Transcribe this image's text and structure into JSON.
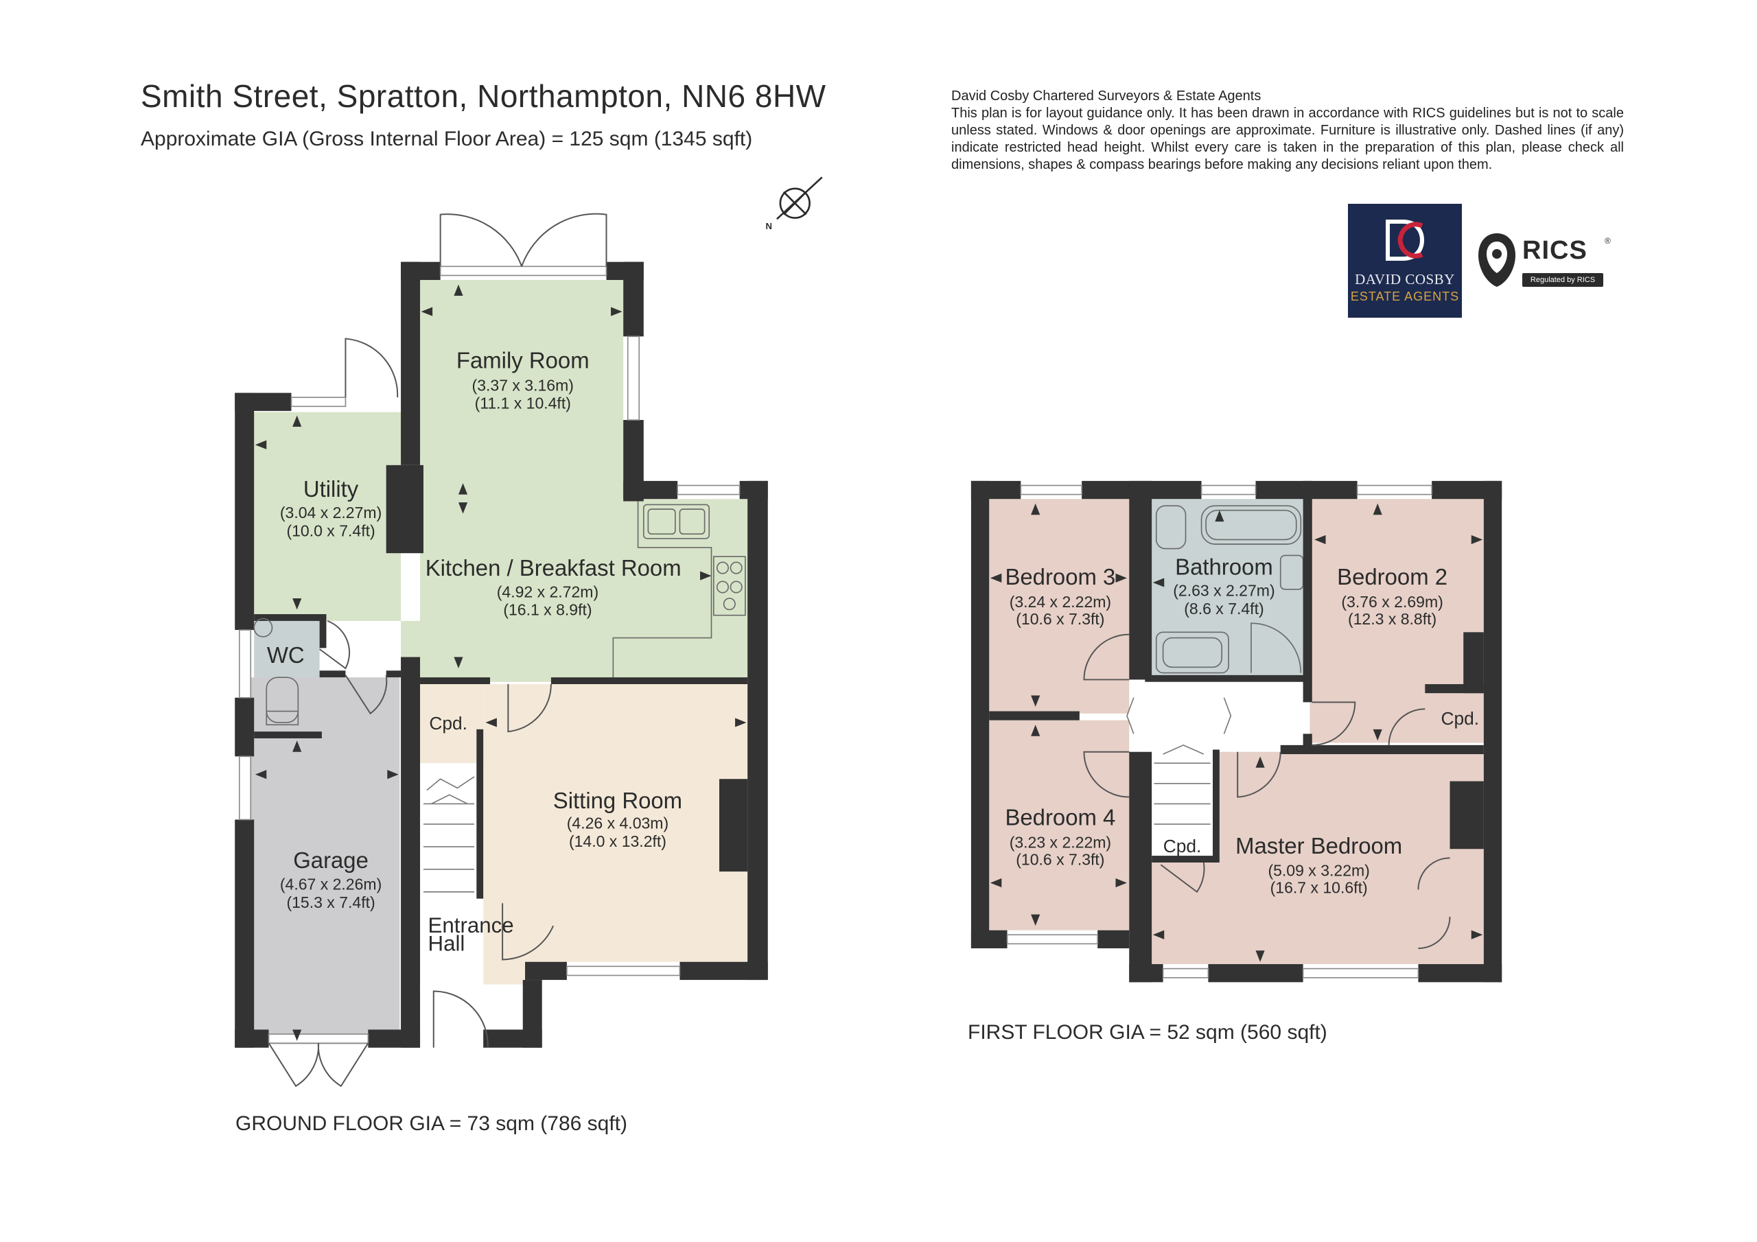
{
  "header": {
    "title": "Smith Street, Spratton, Northampton, NN6 8HW",
    "subtitle": "Approximate GIA (Gross Internal Floor Area) = 125 sqm (1345 sqft)"
  },
  "disclaimer": {
    "company": "David Cosby Chartered Surveyors & Estate Agents",
    "text": "This plan is for layout guidance only. It has been drawn in accordance with RICS guidelines but is not to scale unless stated. Windows & door openings are approximate. Furniture is illustrative only. Dashed lines (if any) indicate restricted head height. Whilst every care is taken in the preparation of this plan, please check all dimensions, shapes & compass bearings before making any decisions reliant upon them."
  },
  "logos": {
    "agent_line1": "DAVID COSBY",
    "agent_line2": "ESTATE AGENTS",
    "rics": "RICS",
    "rics_sup": "®",
    "rics_regulated": "Regulated by RICS"
  },
  "compass": {
    "label": "N"
  },
  "ground_floor": {
    "gia": "GROUND FLOOR GIA = 73 sqm (786 sqft)",
    "rooms": {
      "family": {
        "name": "Family Room",
        "metric": "(3.37 x 3.16m)",
        "imperial": "(11.1 x 10.4ft)"
      },
      "utility": {
        "name": "Utility",
        "metric": "(3.04 x 2.27m)",
        "imperial": "(10.0 x 7.4ft)"
      },
      "kitchen": {
        "name": "Kitchen / Breakfast Room",
        "metric": "(4.92 x 2.72m)",
        "imperial": "(16.1 x 8.9ft)"
      },
      "wc": {
        "name": "WC"
      },
      "cpd": {
        "name": "Cpd."
      },
      "sitting": {
        "name": "Sitting Room",
        "metric": "(4.26 x 4.03m)",
        "imperial": "(14.0 x 13.2ft)"
      },
      "garage": {
        "name": "Garage",
        "metric": "(4.67 x 2.26m)",
        "imperial": "(15.3 x 7.4ft)"
      },
      "hall": {
        "name_line1": "Entrance",
        "name_line2": "Hall"
      }
    }
  },
  "first_floor": {
    "gia": "FIRST FLOOR GIA = 52 sqm (560 sqft)",
    "rooms": {
      "bed3": {
        "name": "Bedroom 3",
        "metric": "(3.24 x 2.22m)",
        "imperial": "(10.6 x 7.3ft)"
      },
      "bath": {
        "name": "Bathroom",
        "metric": "(2.63 x 2.27m)",
        "imperial": "(8.6 x 7.4ft)"
      },
      "bed2": {
        "name": "Bedroom 2",
        "metric": "(3.76 x 2.69m)",
        "imperial": "(12.3 x 8.8ft)"
      },
      "bed2_cpd": {
        "name": "Cpd."
      },
      "bed4": {
        "name": "Bedroom 4",
        "metric": "(3.23 x 2.22m)",
        "imperial": "(10.6 x 7.3ft)"
      },
      "landing_cpd": {
        "name": "Cpd."
      },
      "master": {
        "name": "Master Bedroom",
        "metric": "(5.09 x 3.22m)",
        "imperial": "(16.7 x 10.6ft)"
      }
    }
  },
  "colors": {
    "wall": "#333333",
    "family_kitchen": "#d8e4c9",
    "utility": "#d8e4c9",
    "sitting": "#f4e9d8",
    "garage": "#cdcdcf",
    "wc": "#c8d2d2",
    "bedroom": "#e6d0c8",
    "bathroom": "#c9d3d3",
    "circulation": "#ffffff",
    "agent_navy": "#1d2a4f",
    "agent_gold": "#d7a442",
    "agent_red": "#c8233a"
  }
}
